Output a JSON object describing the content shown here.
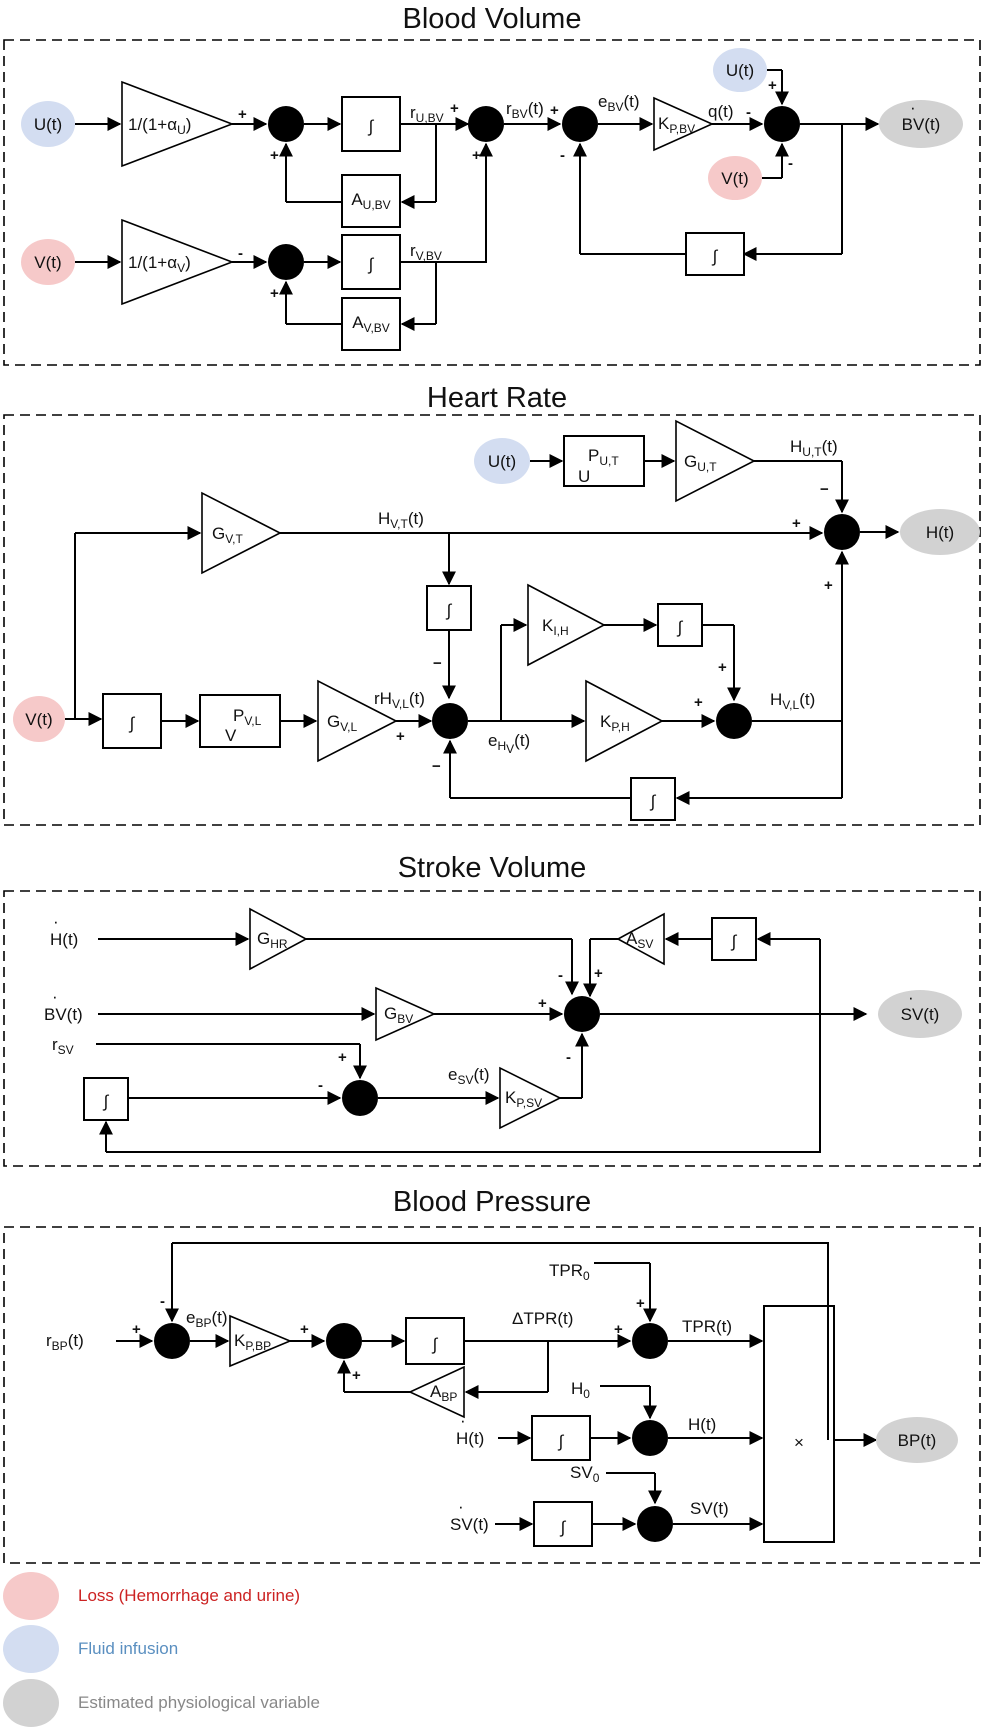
{
  "sections": {
    "blood_volume": {
      "title": "Blood Volume",
      "inputs": {
        "u": "U(t)",
        "v": "V(t)"
      },
      "output": "BV(t)",
      "gain_u": "1/(1+α",
      "gain_u_sub": "U",
      "gain_u_close": ")",
      "gain_v": "1/(1+α",
      "gain_v_sub": "V",
      "gain_v_close": ")",
      "integrator": "∫",
      "a_u": "A",
      "a_u_sub": "U,BV",
      "a_v": "A",
      "a_v_sub": "V,BV",
      "r_u": "r",
      "r_u_sub": "U,BV",
      "r_v": "r",
      "r_v_sub": "V,BV",
      "r_bv": "r",
      "r_bv_sub": "BV",
      "r_bv_tail": "(t)",
      "e_bv": "e",
      "e_bv_sub": "BV",
      "e_bv_tail": "(t)",
      "kp": "K",
      "kp_sub": "P,BV",
      "q": "q(t)",
      "plus": "+",
      "minus": "-"
    },
    "heart_rate": {
      "title": "Heart Rate",
      "input_u": "U(t)",
      "input_v": "V(t)",
      "output": "H(t)",
      "p_ut": "P",
      "p_ut_sub": "U,T",
      "p_ut_den": "U",
      "g_ut": "G",
      "g_ut_sub": "U,T",
      "h_ut": "H",
      "h_ut_sub": "U,T",
      "h_ut_tail": "(t)",
      "g_vt": "G",
      "g_vt_sub": "V,T",
      "h_vt": "H",
      "h_vt_sub": "V,T",
      "h_vt_tail": "(t)",
      "k_ih": "K",
      "k_ih_sub": "I,H",
      "k_ph": "K",
      "k_ph_sub": "P,H",
      "p_vl": "P",
      "p_vl_sub": "V,L",
      "p_vl_den": "V",
      "g_vl": "G",
      "g_vl_sub": "V,L",
      "rh_vl": "rH",
      "rh_vl_sub": "V,L",
      "rh_vl_tail": "(t)",
      "e_hv": "e",
      "e_hv_sub": "H",
      "e_hv_sub2": "V",
      "e_hv_tail": "(t)",
      "h_vl": "H",
      "h_vl_sub": "V,L",
      "h_vl_tail": "(t)",
      "integrator": "∫",
      "plus": "+",
      "minus": "−"
    },
    "stroke_volume": {
      "title": "Stroke Volume",
      "in_h": "H(t)",
      "in_bv": "BV(t)",
      "in_r": "r",
      "in_r_sub": "SV",
      "output": "SV(t)",
      "g_hr": "G",
      "g_hr_sub": "HR",
      "g_bv": "G",
      "g_bv_sub": "BV",
      "a_sv": "A",
      "a_sv_sub": "SV",
      "e_sv": "e",
      "e_sv_sub": "SV",
      "e_sv_tail": "(t)",
      "kp": "K",
      "kp_sub": "P,SV",
      "integrator": "∫",
      "plus": "+",
      "minus": "-"
    },
    "blood_pressure": {
      "title": "Blood Pressure",
      "in_r": "r",
      "in_r_sub": "BP",
      "in_r_tail": "(t)",
      "e_bp": "e",
      "e_bp_sub": "BP",
      "e_bp_tail": "(t)",
      "kp": "K",
      "kp_sub": "P,BP",
      "a_bp": "A",
      "a_bp_sub": "BP",
      "dtpr": "ΔTPR(t)",
      "tpr0": "TPR",
      "tpr0_sub": "0",
      "tpr": "TPR(t)",
      "h0": "H",
      "h0_sub": "0",
      "h_in": "H(t)",
      "h": "H(t)",
      "sv0": "SV",
      "sv0_sub": "0",
      "sv_in": "SV(t)",
      "sv": "SV(t)",
      "mult": "×",
      "output": "BP(t)",
      "integrator": "∫",
      "plus": "+",
      "minus": "-"
    }
  },
  "legend": [
    {
      "label": "Loss (Hemorrhage and urine)",
      "color": "#cc2222",
      "swatch": "#f6c9c9"
    },
    {
      "label": "Fluid infusion",
      "color": "#5a8fc0",
      "swatch": "#d3ddf1"
    },
    {
      "label": "Estimated physiological variable",
      "color": "#888888",
      "swatch": "#d2d2d2"
    }
  ],
  "colors": {
    "loss": "#f6c9c9",
    "infusion": "#d3ddf1",
    "estimate": "#d2d2d2"
  }
}
